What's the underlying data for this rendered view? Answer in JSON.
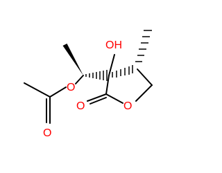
{
  "atoms": {
    "hydroxyl": "OH",
    "ester_oxygen": "O",
    "acetyl_oxygen": "O",
    "lactone_carbonyl_oxygen": "O",
    "ring_oxygen": "O"
  },
  "colors": {
    "bond": "#000000",
    "oxygen": "#ff0000",
    "background": "#ffffff"
  }
}
